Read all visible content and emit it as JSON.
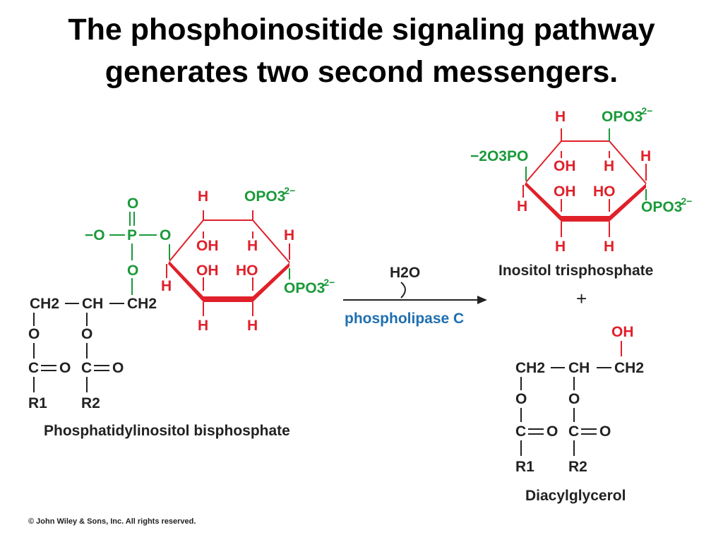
{
  "slide": {
    "title_line1": "The phosphoinositide signaling pathway",
    "title_line2": "generates two second messengers.",
    "copyright": "© John Wiley & Sons, Inc. All rights reserved."
  },
  "reaction": {
    "reagent": "H2O",
    "enzyme": "phospholipase C",
    "plus": "+"
  },
  "molecules": {
    "pip2": {
      "name": "Phosphatidylinositol bisphosphate",
      "glycerol": [
        "CH2",
        "CH",
        "CH2"
      ],
      "ester_O": "O",
      "carbonyl": "C",
      "carbonyl_O": "O",
      "r_groups": [
        "R1",
        "R2"
      ],
      "phosphate": {
        "top_O": "O",
        "minus_O": "−O",
        "P": "P",
        "bridge_O": "O",
        "lower_O": "O"
      },
      "ring": {
        "H": "H",
        "OH": "OH",
        "HO": "HO",
        "OPO3": "OPO3",
        "charge": "2−"
      }
    },
    "ip3": {
      "name": "Inositol trisphosphate",
      "left_phosphate": "−2O3PO",
      "ring": {
        "H": "H",
        "OH": "OH",
        "HO": "HO",
        "OPO3": "OPO3",
        "charge": "2−"
      }
    },
    "dag": {
      "name": "Diacylglycerol",
      "OH": "OH",
      "glycerol": [
        "CH2",
        "CH",
        "CH2"
      ],
      "ester_O": "O",
      "carbonyl": "C",
      "carbonyl_O": "O",
      "r_groups": [
        "R1",
        "R2"
      ]
    }
  },
  "colors": {
    "phosphate": "#1a9a3a",
    "inositol": "#e0202a",
    "enzyme": "#1f6fb0",
    "skeleton": "#222222"
  }
}
